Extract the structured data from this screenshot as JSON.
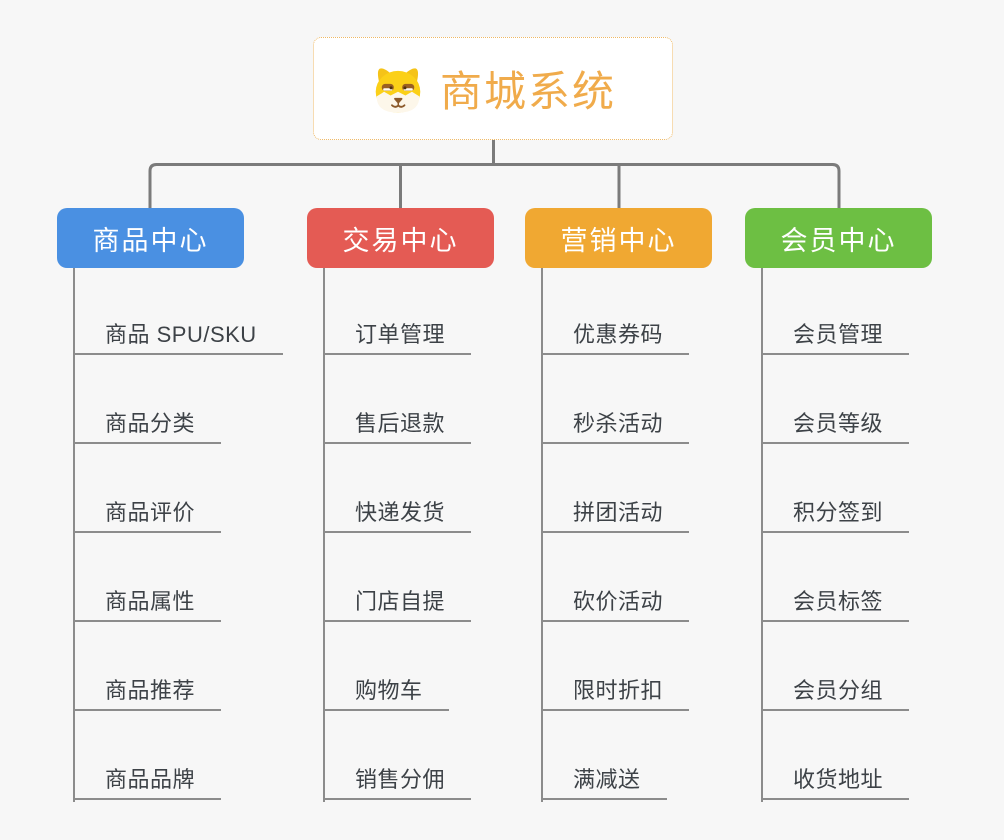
{
  "root": {
    "title": "商城系统",
    "icon": "dog-face-icon"
  },
  "branches": [
    {
      "label": "商品中心",
      "color": "#4a90e2",
      "children": [
        "商品 SPU/SKU",
        "商品分类",
        "商品评价",
        "商品属性",
        "商品推荐",
        "商品品牌"
      ]
    },
    {
      "label": "交易中心",
      "color": "#e45b54",
      "children": [
        "订单管理",
        "售后退款",
        "快递发货",
        "门店自提",
        "购物车",
        "销售分佣"
      ]
    },
    {
      "label": "营销中心",
      "color": "#f0a832",
      "children": [
        "优惠券码",
        "秒杀活动",
        "拼团活动",
        "砍价活动",
        "限时折扣",
        "满减送"
      ]
    },
    {
      "label": "会员中心",
      "color": "#6dbf43",
      "children": [
        "会员管理",
        "会员等级",
        "积分签到",
        "会员标签",
        "会员分组",
        "收货地址"
      ]
    }
  ],
  "colors": {
    "background": "#f7f7f7",
    "connector": "#7b7b7b",
    "child_line": "#8c8c8c",
    "root_border": "#efb965",
    "root_title": "#f0ab4b",
    "child_text": "#3d4247"
  }
}
